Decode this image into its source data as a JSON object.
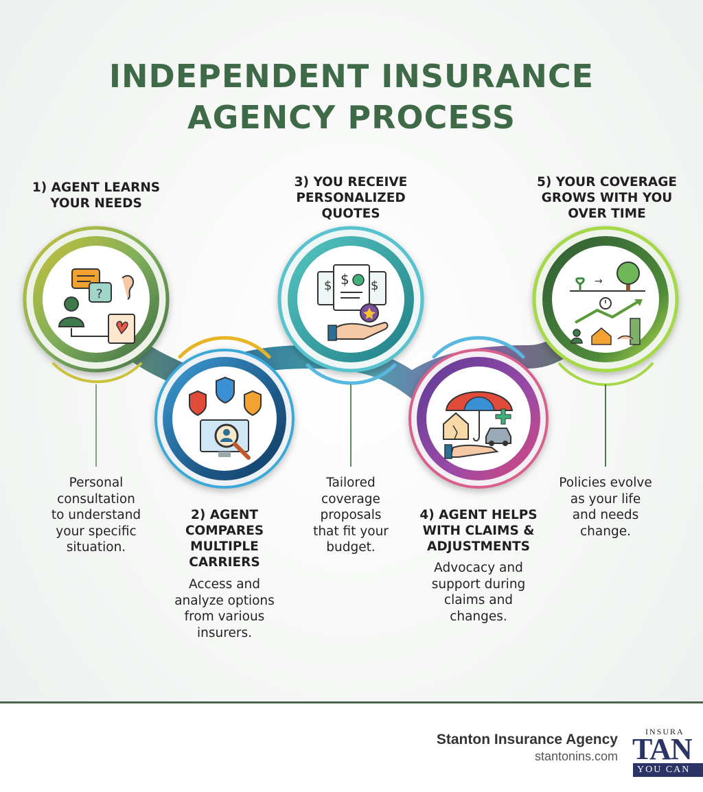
{
  "title": {
    "line1": "INDEPENDENT INSURANCE",
    "line2": "AGENCY PROCESS"
  },
  "steps": [
    {
      "title": "1) AGENT LEARNS\nYOUR NEEDS",
      "desc": "Personal\nconsultation\nto understand\nyour specific\nsituation.",
      "icon": "consultation-icon",
      "color": "#8db35d"
    },
    {
      "title": "2) AGENT\nCOMPARES\nMULTIPLE\nCARRIERS",
      "desc": "Access and\nanalyze options\nfrom various\ninsurers.",
      "icon": "compare-carriers-icon",
      "color": "#2a6f97"
    },
    {
      "title": "3) YOU RECEIVE\nPERSONALIZED\nQUOTES",
      "desc": "Tailored\ncoverage\nproposals\nthat fit your\nbudget.",
      "icon": "quotes-icon",
      "color": "#2f9fa1"
    },
    {
      "title": "4) AGENT HELPS\nWITH CLAIMS &\nADJUSTMENTS",
      "desc": "Advocacy and\nsupport during\nclaims and\nchanges.",
      "icon": "claims-umbrella-icon",
      "color": "#7b4fa0"
    },
    {
      "title": "5) YOUR COVERAGE\nGROWS WITH YOU\nOVER TIME",
      "desc": "Policies evolve\nas your life\nand needs\nchange.",
      "icon": "growth-icon",
      "color": "#5a8f3a"
    }
  ],
  "footer": {
    "brand": "Stanton Insurance Agency",
    "website": "stantonins.com",
    "logo": {
      "top": "INSURA",
      "main": "TAN",
      "bottom": "YOU CAN"
    }
  }
}
